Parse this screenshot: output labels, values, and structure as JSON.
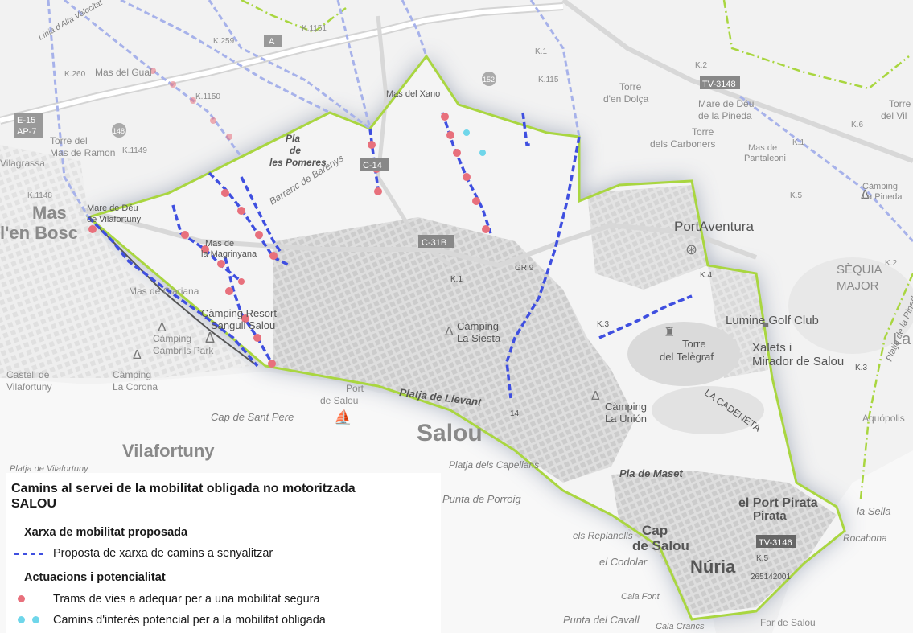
{
  "legend": {
    "title_line1": "Camins al servei de la mobilitat obligada no motoritzada",
    "title_line2": "SALOU",
    "section1": "Xarxa de mobilitat proposada",
    "item1": "Proposta de xarxa de camins a senyalitzar",
    "section2": "Actuacions i potencialitat",
    "item2": "Trams de vies a adequar per a una mobilitat segura",
    "item3": "Camins d'interès potencial per a la mobilitat obligada"
  },
  "colors": {
    "boundary": "#a9d640",
    "route": "#3f4fe0",
    "route_faded": "#a7b2ea",
    "red_dot": "#e8707c",
    "cyan_dot": "#6fd6ea"
  },
  "places": {
    "salou": "Salou",
    "vilafortuny": "Vilafortuny",
    "mas_en_bosc_1": "Mas",
    "mas_en_bosc_2": "l'en Bosc",
    "port_aventura": "PortAventura",
    "nuria": "Núria",
    "cap_salou_1": "Cap",
    "cap_salou_2": "de Salou",
    "port_pirata_1": "el Port Pirata",
    "port_pirata_2": "Pirata",
    "sequia_1": "SÈQUIA",
    "sequia_2": "MAJOR",
    "lumine": "Lumine Golf Club",
    "xalets_1": "Xalets i",
    "xalets_2": "Mirador de Salou",
    "torre_telegraf_1": "Torre",
    "torre_telegraf_2": "del Telègraf",
    "la_cadeneta": "LA CADENETA",
    "camping_union_1": "Càmping",
    "camping_union_2": "La Unión",
    "pla_maset": "Pla de Maset",
    "camping_siesta_1": "Càmping",
    "camping_siesta_2": "La Siesta",
    "camping_sangli_1": "Càmping Resort",
    "camping_sangli_2": "Sanguli Salou",
    "camping_cambrils_1": "Càmping",
    "camping_cambrils_2": "Cambrils Park",
    "camping_corona_1": "Càmping",
    "camping_corona_2": "La Corona",
    "castell_1": "Castell de",
    "castell_2": "Vilafortuny",
    "mas_clariana": "Mas de Clariana",
    "mas_magrinyana_1": "Mas de",
    "mas_magrinyana_2": "la Magrinyana",
    "pla_pomeres_1": "Pla",
    "pla_pomeres_2": "de",
    "pla_pomeres_3": "les Pomeres",
    "barranc": "Barranc de Barenys",
    "mas_xano": "Mas del Xano",
    "mas_gual": "Mas del Gual",
    "torre_ramon_1": "Torre del",
    "torre_ramon_2": "Mas de Ramon",
    "mare_deu_1": "Mare de Déu",
    "mare_deu_2": "de Vilafortuny",
    "vilagrassa": "Vilagrassa",
    "torre_dolca_1": "Torre",
    "torre_dolca_2": "d'en Dolça",
    "mare_deu_pineda_1": "Mare de Déu",
    "mare_deu_pineda_2": "de la Pineda",
    "torre_carboners_1": "Torre",
    "torre_carboners_2": "dels Carboners",
    "mas_pantaleoni_1": "Mas de",
    "mas_pantaleoni_2": "Pantaleoni",
    "camping_pineda_1": "Càmping",
    "camping_pineda_2": "La Pineda",
    "torre_vila_1": "Torre",
    "torre_vila_2": "del Vil",
    "aquopolis": "Aquópolis",
    "platja_vila": "Platja de Vilafortuny",
    "cap_sant_pere": "Cap de Sant Pere",
    "port_salou_1": "Port",
    "port_salou_2": "de Salou",
    "platja_llevant": "Platja de Llevant",
    "platja_capellans": "Platja dels Capellans",
    "punta_porroig": "Punta de Porroig",
    "replanells": "els Replanells",
    "codolar": "el Codolar",
    "cala_font": "Cala Font",
    "punta_cavall": "Punta del Cavall",
    "cala_crancs": "Cala Crancs",
    "far_salou": "Far de Salou",
    "la_sella": "la Sella",
    "rocabona": "Rocabona",
    "platja_pineda": "Platja de la Pineda",
    "la_side": "La",
    "geodesic": "265142001"
  },
  "roads": {
    "c31b": "C-31B",
    "c14": "C-14",
    "tv3146": "TV-3146",
    "tv3148": "TV-3148",
    "e15_1": "E-15",
    "e15_2": "AP-7",
    "r148": "148",
    "a7": "A",
    "r152": "152",
    "k1150": "K.1150",
    "k1149": "K.1149",
    "k1148": "K.1148",
    "k259": "K.259",
    "k260": "K.260",
    "k1151": "K.1151",
    "k1_a": "K.1",
    "k115": "K.115",
    "k1_b": "K.1",
    "k4": "K.4",
    "k3": "K.3",
    "k14": "14",
    "k5": "K.5",
    "k6": "K.6",
    "k5b": "K.5",
    "k2": "K.2",
    "k2b": "K.2",
    "gr": "GR 9",
    "k1c": "K.1",
    "k3b": "K.3",
    "linia": "Línia d'Alta Velocitat"
  }
}
